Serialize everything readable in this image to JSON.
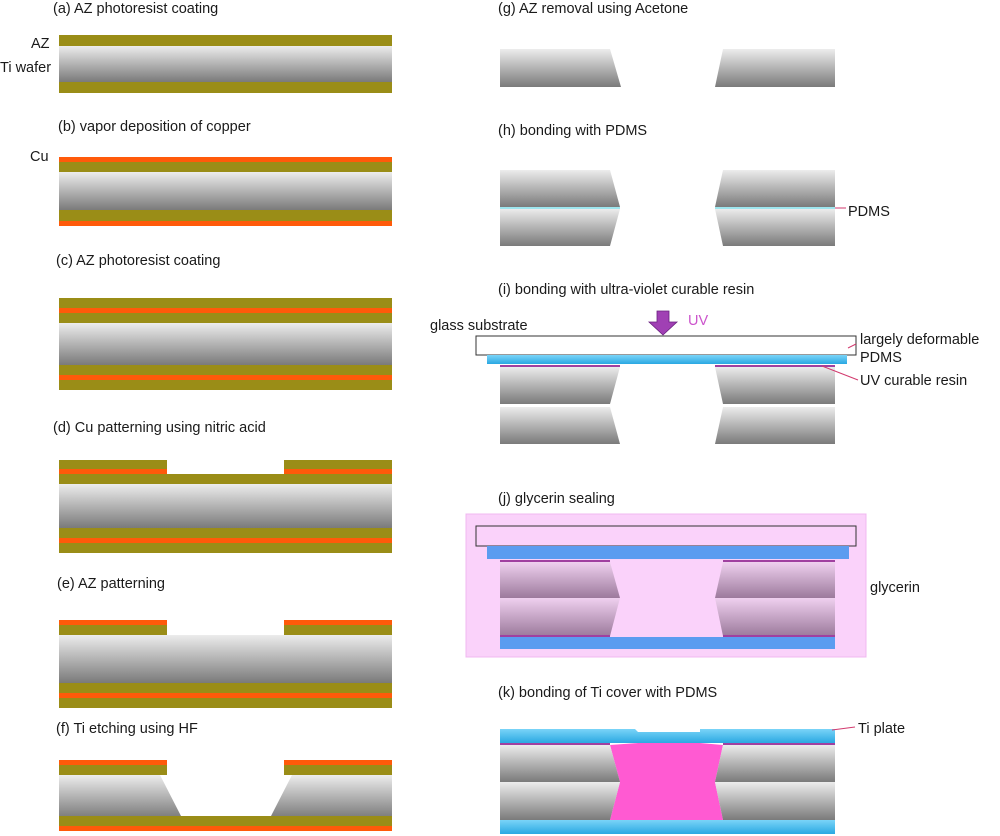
{
  "steps": {
    "a": "(a) AZ photoresist coating",
    "b": "(b) vapor deposition of copper",
    "c": "(c) AZ photoresist coating",
    "d": "(d) Cu patterning using nitric acid",
    "e": "(e) AZ patterning",
    "f": "(f) Ti etching using HF",
    "g": "(g) AZ removal using Acetone",
    "h": "(h) bonding with PDMS",
    "i": "(i) bonding with ultra-violet curable resin",
    "j": "(j) glycerin sealing",
    "k": "(k) bonding of Ti cover with PDMS"
  },
  "labels": {
    "az": "AZ",
    "ti_wafer": "Ti wafer",
    "cu": "Cu",
    "pdms": "PDMS",
    "glass_substrate": "glass substrate",
    "uv": "UV",
    "largely_deformable": "largely deformable",
    "largely_deformable_pdms": "PDMS",
    "uv_curable_resin": "UV curable resin",
    "glycerin": "glycerin",
    "ti_plate": "Ti plate"
  },
  "colors": {
    "az": "#9a8d17",
    "copper": "#ff5a0a",
    "ti_light": "#e6e6e6",
    "ti_dark": "#7d7d7d",
    "blue_layer": "#3ab4ea",
    "resin": "#a040a0",
    "glycerin_fill": "#fad2fa",
    "pink_fill": "#ff5ad2",
    "uv_arrow": "#a040b4"
  }
}
